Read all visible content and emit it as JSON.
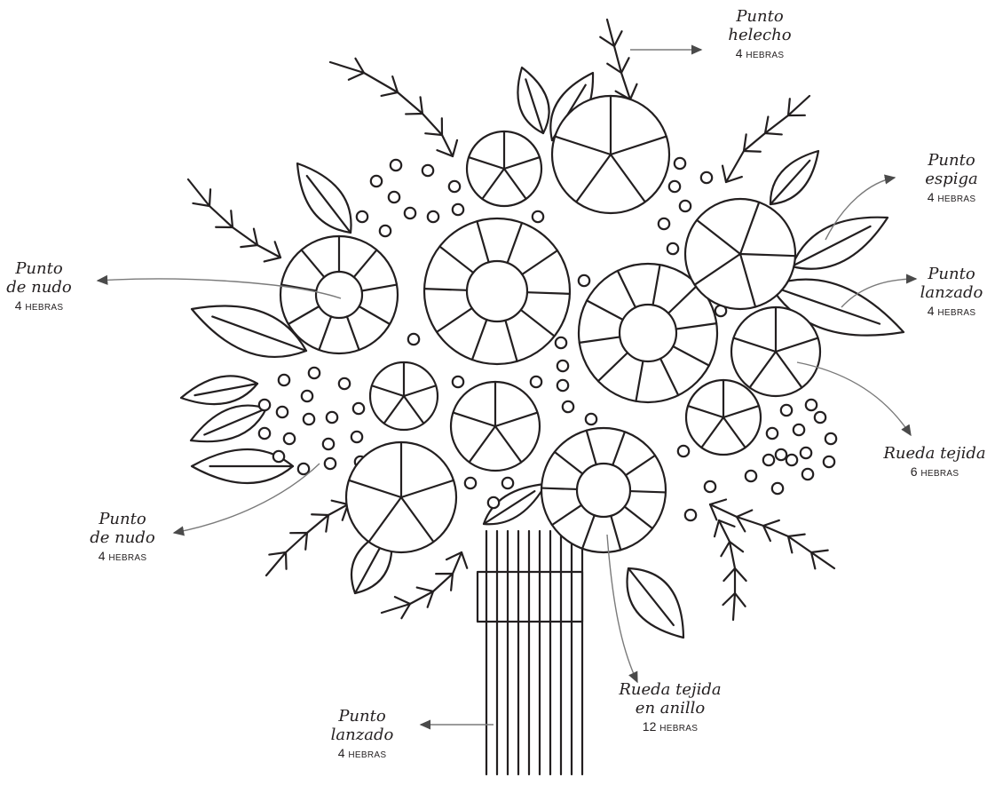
{
  "labels": [
    {
      "id": "helecho",
      "lines": [
        "Punto",
        "helecho"
      ],
      "count": "4",
      "unit": "HEBRAS"
    },
    {
      "id": "espiga",
      "lines": [
        "Punto",
        "espiga"
      ],
      "count": "4",
      "unit": "HEBRAS"
    },
    {
      "id": "lanzado-right",
      "lines": [
        "Punto",
        "lanzado"
      ],
      "count": "4",
      "unit": "HEBRAS"
    },
    {
      "id": "nudo-left",
      "lines": [
        "Punto",
        "de nudo"
      ],
      "count": "4",
      "unit": "HEBRAS"
    },
    {
      "id": "rueda-tejida",
      "lines": [
        "Rueda tejida"
      ],
      "count": "6",
      "unit": "HEBRAS"
    },
    {
      "id": "nudo-bottom",
      "lines": [
        "Punto",
        "de nudo"
      ],
      "count": "4",
      "unit": "HEBRAS"
    },
    {
      "id": "rueda-anillo",
      "lines": [
        "Rueda tejida",
        "en anillo"
      ],
      "count": "12",
      "unit": "HEBRAS"
    },
    {
      "id": "lanzado-stem",
      "lines": [
        "Punto",
        "lanzado"
      ],
      "count": "4",
      "unit": "HEBRAS"
    }
  ],
  "colors": {
    "ink": "#231f20",
    "arrow": "#7a7a7a"
  }
}
